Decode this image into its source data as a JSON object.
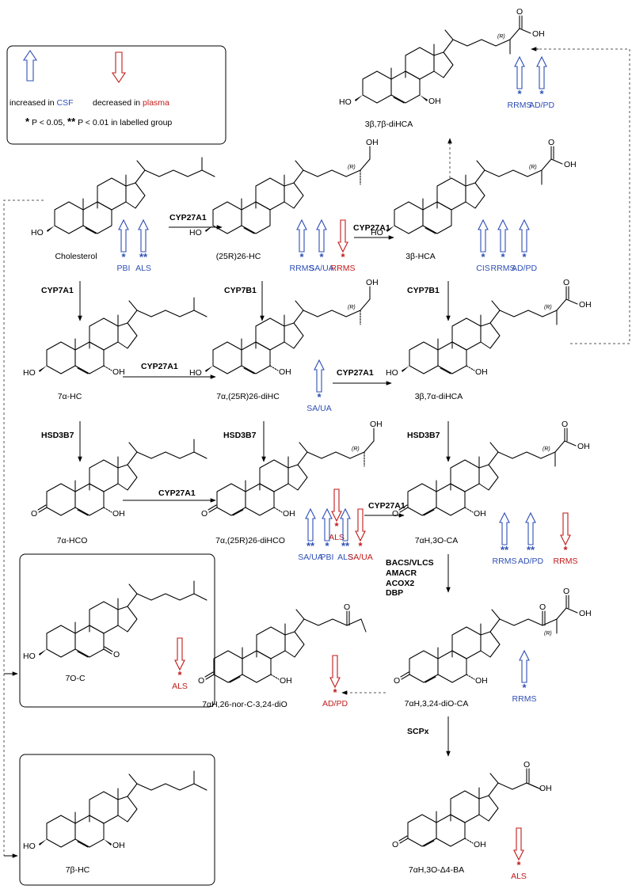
{
  "legend": {
    "up_text": "increased in ",
    "up_fluid": "CSF",
    "down_text": "decreased in ",
    "down_fluid": "plasma",
    "sig1_mark": "*",
    "sig1_text": " P < 0.05, ",
    "sig2_mark": "**",
    "sig2_text": " P < 0.01  in labelled group"
  },
  "colors": {
    "increase": "#2e4fb5",
    "decrease": "#c21a1a"
  },
  "compounds": [
    {
      "id": "chol",
      "name": "Cholesterol",
      "tail": "iso"
    },
    {
      "id": "hc26",
      "name": "(25R)26-HC",
      "tail": "oh"
    },
    {
      "id": "hca",
      "name": "3β-HCA",
      "tail": "acid"
    },
    {
      "id": "dihca77",
      "name": "3β,7β-diHCA",
      "tail": "acid"
    },
    {
      "id": "hc7a",
      "name": "7α-HC",
      "tail": "iso"
    },
    {
      "id": "dihc",
      "name": "7α,(25R)26-diHC",
      "tail": "oh"
    },
    {
      "id": "dihca7a",
      "name": "3β,7α-diHCA",
      "tail": "acid"
    },
    {
      "id": "hco7a",
      "name": "7α-HCO",
      "tail": "iso"
    },
    {
      "id": "dihco",
      "name": "7α,(25R)26-diHCO",
      "tail": "oh"
    },
    {
      "id": "oca",
      "name": "7αH,3O-CA",
      "tail": "acid"
    },
    {
      "id": "oc7",
      "name": "7O-C",
      "tail": "iso"
    },
    {
      "id": "norC",
      "name": "7αH,26-nor-C-3,24-diO",
      "tail": "ketone"
    },
    {
      "id": "diOCA",
      "name": "7αH,3,24-diO-CA",
      "tail": "ketoacid"
    },
    {
      "id": "hc7b",
      "name": "7β-HC",
      "tail": "iso"
    },
    {
      "id": "ba",
      "name": "7αH,3O-Δ4-BA",
      "tail": "bile"
    }
  ],
  "atom_labels": {
    "oh": "OH",
    "ho": "HO",
    "o": "O",
    "r": "(R)"
  },
  "enzymes": {
    "e1": "CYP27A1",
    "e2": "CYP27A1",
    "e3": "CYP7A1",
    "e4": "CYP7B1",
    "e5": "CYP7B1",
    "e6": "CYP27A1",
    "e7": "CYP27A1",
    "e8": "HSD3B7",
    "e9": "HSD3B7",
    "e10": "HSD3B7",
    "e11": "CYP27A1",
    "e12": "CYP27A1",
    "e13a": "BACS/VLCS",
    "e13b": "AMACR",
    "e13c": "ACOX2",
    "e13d": "DBP",
    "e14": "SCPx"
  },
  "markers": [
    {
      "dir": "up",
      "sig": "*",
      "group": "PBI"
    },
    {
      "dir": "up",
      "sig": "**",
      "group": "ALS"
    },
    {
      "dir": "up",
      "sig": "*",
      "group": "RRMS"
    },
    {
      "dir": "up",
      "sig": "*",
      "group": "SA/UA"
    },
    {
      "dir": "down",
      "sig": "*",
      "group": "RRMS"
    },
    {
      "dir": "up",
      "sig": "*",
      "group": "CIS"
    },
    {
      "dir": "up",
      "sig": "*",
      "group": "RRMS"
    },
    {
      "dir": "up",
      "sig": "*",
      "group": "AD/PD"
    },
    {
      "dir": "up",
      "sig": "*",
      "group": "RRMS"
    },
    {
      "dir": "up",
      "sig": "*",
      "group": "AD/PD"
    },
    {
      "dir": "up",
      "sig": "*",
      "group": "SA/UA"
    },
    {
      "dir": "down",
      "sig": "*",
      "group": "ALS"
    },
    {
      "dir": "up",
      "sig": "**",
      "group": "SA/UA"
    },
    {
      "dir": "up",
      "sig": "*",
      "group": "PBI"
    },
    {
      "dir": "up",
      "sig": "**",
      "group": "ALS"
    },
    {
      "dir": "down",
      "sig": "*",
      "group": "SA/UA"
    },
    {
      "dir": "up",
      "sig": "**",
      "group": "RRMS"
    },
    {
      "dir": "up",
      "sig": "**",
      "group": "AD/PD"
    },
    {
      "dir": "down",
      "sig": "*",
      "group": "RRMS"
    },
    {
      "dir": "down",
      "sig": "*",
      "group": "ALS"
    },
    {
      "dir": "down",
      "sig": "*",
      "group": "AD/PD"
    },
    {
      "dir": "up",
      "sig": "*",
      "group": "RRMS"
    },
    {
      "dir": "down",
      "sig": "*",
      "group": "ALS"
    }
  ]
}
